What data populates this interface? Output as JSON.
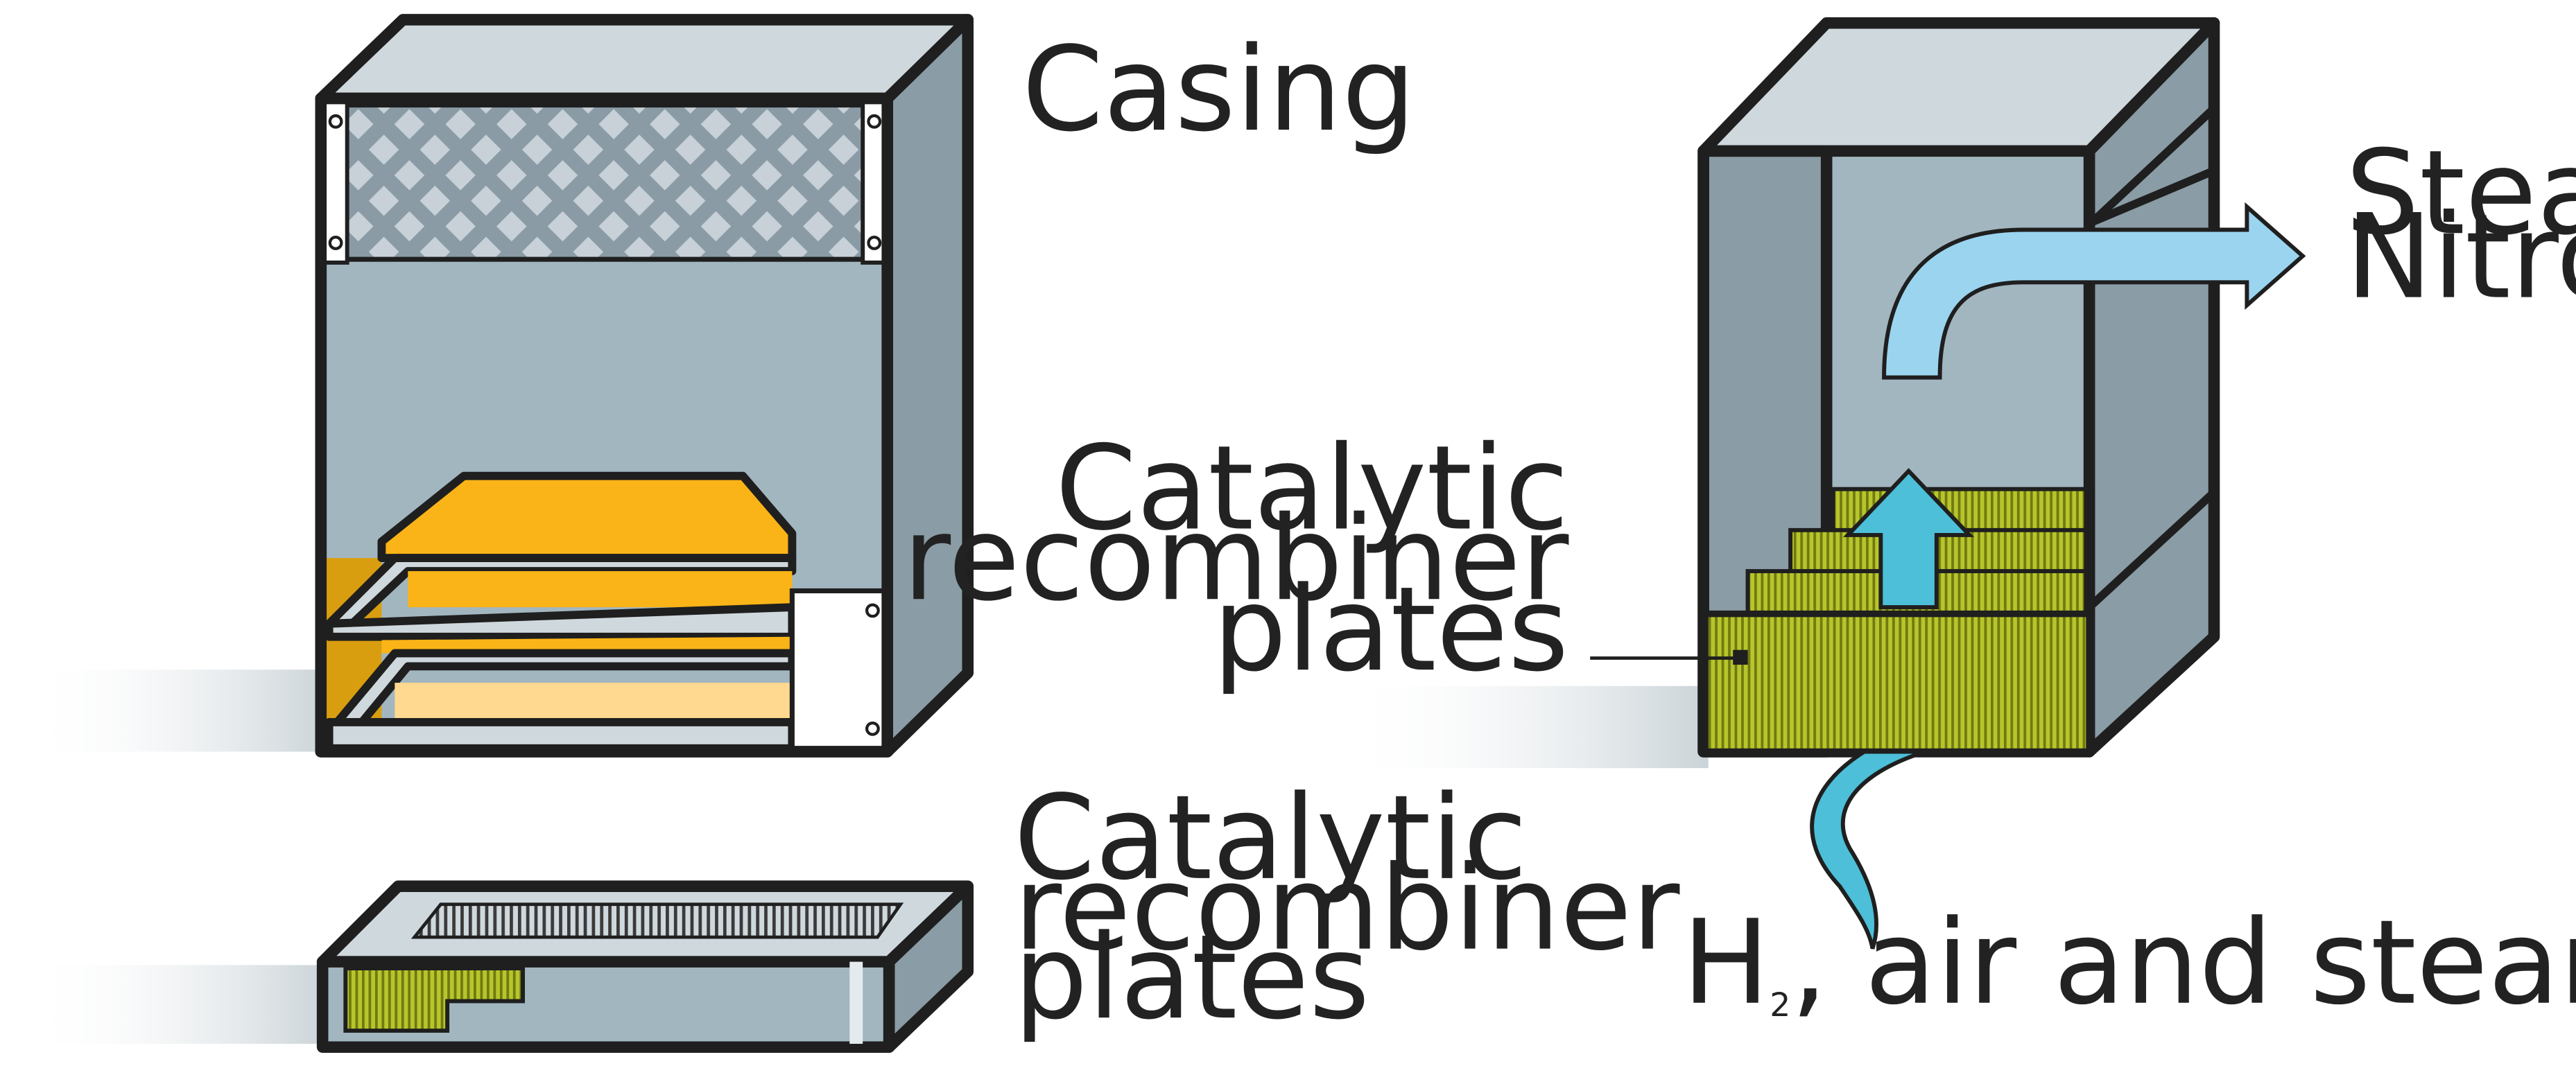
{
  "labels": {
    "casing": "Casing",
    "plates_left": [
      "Catalytic",
      "recombiner",
      "plates"
    ],
    "plates_right": [
      "Catalytic",
      "recombiner",
      "plates"
    ],
    "outlet": [
      "Steam",
      "Nitrogen"
    ],
    "inlet_h": "H",
    "inlet_sub": "2",
    "inlet_rest": ", air and steam"
  },
  "colors": {
    "casing_front": "#a2b6c0",
    "casing_top": "#cfd8dd",
    "casing_side": "#8a9ca5",
    "plate_orange": "#fbb417",
    "plate_light": "#ffd98f",
    "catalyst_green": "#b8c52b",
    "flow_light": "#9bd4ef",
    "flow_dark": "#4dbfd9"
  }
}
